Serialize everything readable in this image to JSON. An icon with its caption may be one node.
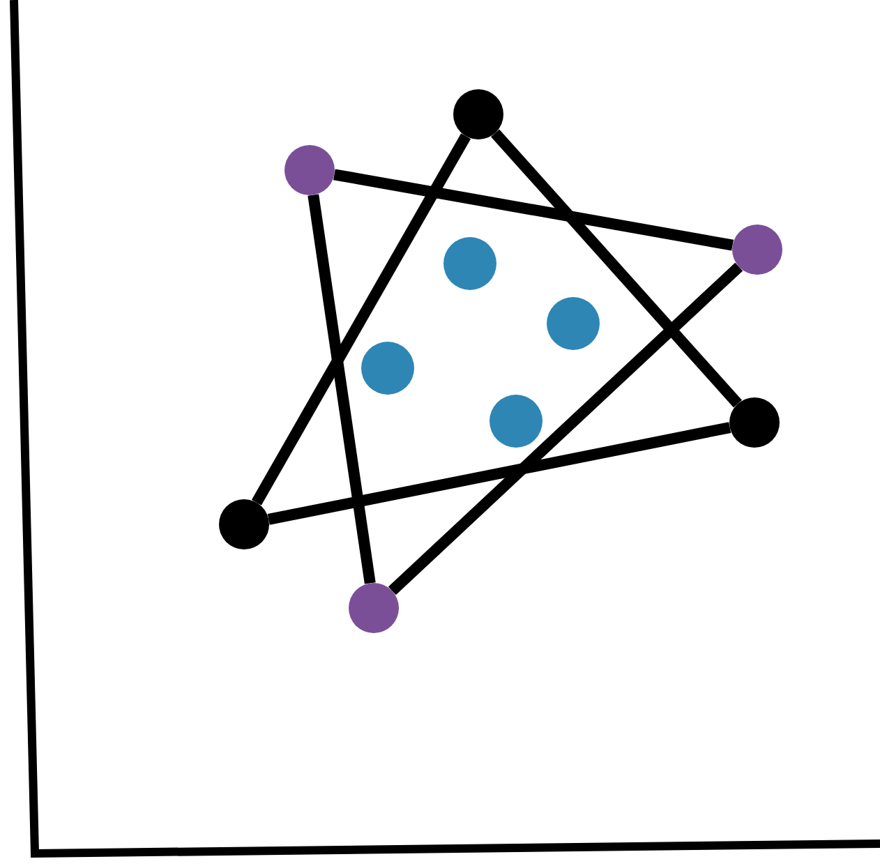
{
  "diagram": {
    "nodes": [
      {
        "text": [],
        "shape": "circle"
      },
      {
        "text": [],
        "shape": "circle"
      },
      {
        "text": [],
        "shape": "circle"
      },
      {
        "text": [],
        "shape": "circle"
      },
      {
        "text": [],
        "shape": "circle"
      },
      {
        "text": [],
        "shape": "circle"
      },
      {
        "text": [],
        "shape": "circle"
      },
      {
        "text": [],
        "shape": "circle"
      },
      {
        "text": [],
        "shape": "circle"
      },
      {
        "text": [],
        "shape": "circle"
      }
    ],
    "edges": [
      {
        "from": 0,
        "to": 6,
        "arrow": "none"
      },
      {
        "from": 6,
        "to": 8,
        "arrow": "none"
      },
      {
        "from": 8,
        "to": 0,
        "arrow": "none"
      },
      {
        "from": 1,
        "to": 2,
        "arrow": "none"
      },
      {
        "from": 2,
        "to": 9,
        "arrow": "none"
      },
      {
        "from": 9,
        "to": 1,
        "arrow": "none"
      }
    ]
  }
}
